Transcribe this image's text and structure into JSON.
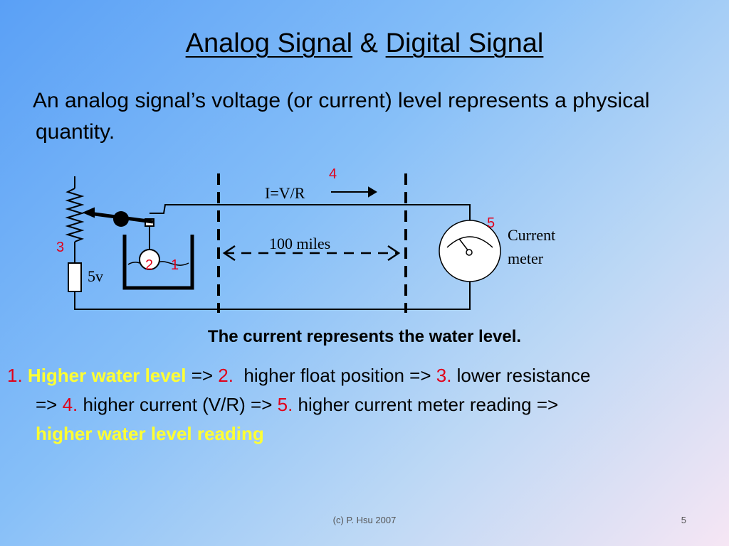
{
  "slide": {
    "title_part1": "Analog Signal",
    "title_amp": " & ",
    "title_part2": "Digital Signal",
    "intro": "An analog signal’s voltage (or current) level represents a physical quantity.",
    "caption": "The current represents the water level.",
    "footer": "(c) P. Hsu 2007",
    "page_number": "5"
  },
  "diagram": {
    "formula": "I=V/R",
    "distance": "100 miles",
    "battery_label": "5v",
    "meter_label_line1": "Current",
    "meter_label_line2": "meter",
    "markers": [
      "1",
      "2",
      "3",
      "4",
      "5"
    ]
  },
  "explanation": {
    "n1": "1.",
    "t1": "Higher water level",
    "a1": " => ",
    "n2": "2.",
    "t2": "  higher float position => ",
    "n3": "3.",
    "t3": " lower resistance",
    "a2": "=> ",
    "n4": "4.",
    "t4": " higher current (V/R) => ",
    "n5": "5.",
    "t5": " higher current meter reading =>",
    "t6": "higher water level reading"
  },
  "colors": {
    "marker_red": "#e0001a",
    "highlight_yellow": "#ffff33"
  }
}
